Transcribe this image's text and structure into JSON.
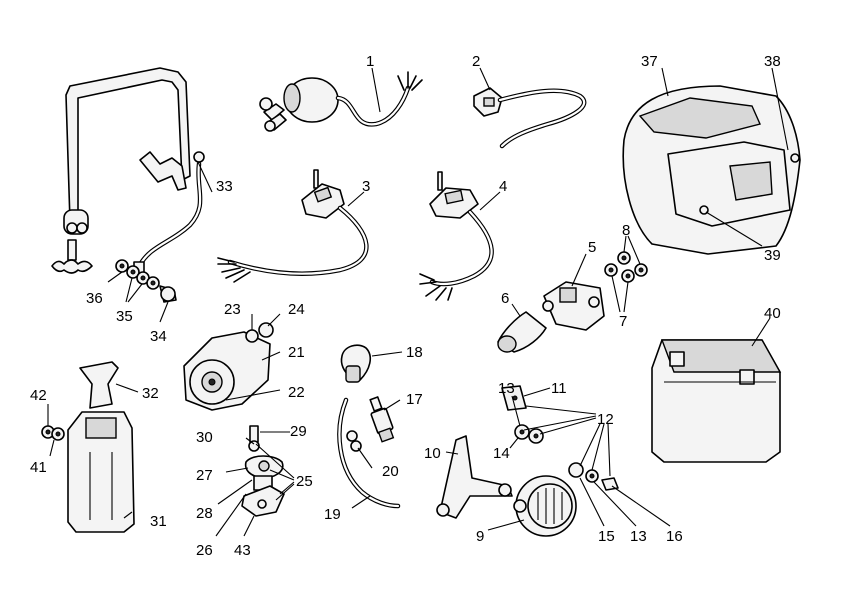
{
  "diagram": {
    "callouts": [
      {
        "id": "1",
        "label": "1"
      },
      {
        "id": "2",
        "label": "2"
      },
      {
        "id": "3",
        "label": "3"
      },
      {
        "id": "4",
        "label": "4"
      },
      {
        "id": "5",
        "label": "5"
      },
      {
        "id": "6",
        "label": "6"
      },
      {
        "id": "7",
        "label": "7"
      },
      {
        "id": "8",
        "label": "8"
      },
      {
        "id": "9",
        "label": "9"
      },
      {
        "id": "10",
        "label": "10"
      },
      {
        "id": "11",
        "label": "11"
      },
      {
        "id": "12",
        "label": "12"
      },
      {
        "id": "13a",
        "label": "13"
      },
      {
        "id": "13b",
        "label": "13"
      },
      {
        "id": "14",
        "label": "14"
      },
      {
        "id": "15",
        "label": "15"
      },
      {
        "id": "16",
        "label": "16"
      },
      {
        "id": "17",
        "label": "17"
      },
      {
        "id": "18",
        "label": "18"
      },
      {
        "id": "19",
        "label": "19"
      },
      {
        "id": "20",
        "label": "20"
      },
      {
        "id": "21",
        "label": "21"
      },
      {
        "id": "22",
        "label": "22"
      },
      {
        "id": "23",
        "label": "23"
      },
      {
        "id": "24",
        "label": "24"
      },
      {
        "id": "25",
        "label": "25"
      },
      {
        "id": "26",
        "label": "26"
      },
      {
        "id": "27",
        "label": "27"
      },
      {
        "id": "28",
        "label": "28"
      },
      {
        "id": "29",
        "label": "29"
      },
      {
        "id": "30",
        "label": "30"
      },
      {
        "id": "31",
        "label": "31"
      },
      {
        "id": "32",
        "label": "32"
      },
      {
        "id": "33",
        "label": "33"
      },
      {
        "id": "34",
        "label": "34"
      },
      {
        "id": "35",
        "label": "35"
      },
      {
        "id": "36",
        "label": "36"
      },
      {
        "id": "37",
        "label": "37"
      },
      {
        "id": "38",
        "label": "38"
      },
      {
        "id": "39",
        "label": "39"
      },
      {
        "id": "40",
        "label": "40"
      },
      {
        "id": "41",
        "label": "41"
      },
      {
        "id": "42",
        "label": "42"
      },
      {
        "id": "43",
        "label": "43"
      }
    ]
  }
}
